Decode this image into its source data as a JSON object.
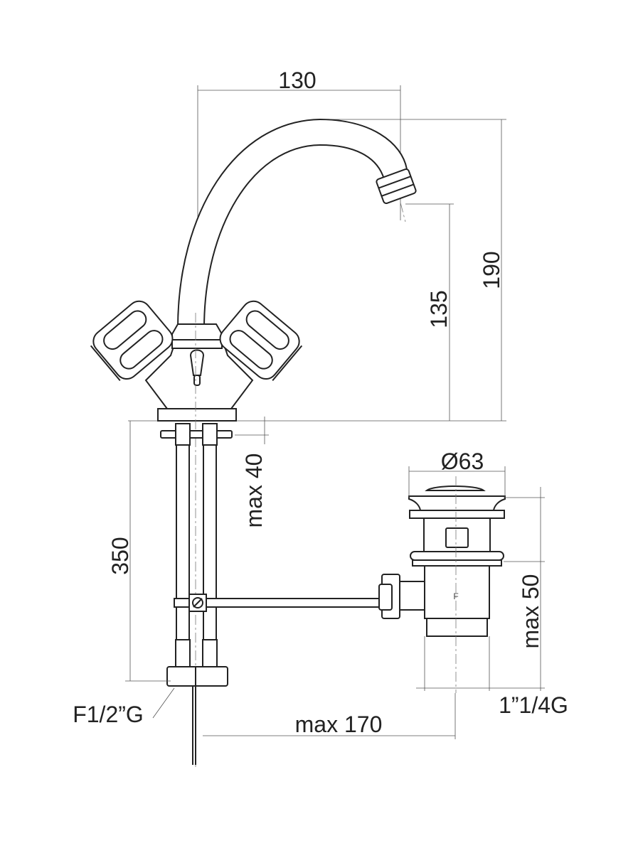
{
  "drawing": {
    "dimensions": {
      "spout_reach": "130",
      "total_height": "190",
      "spout_height": "135",
      "max_deck_thickness_faucet": "max 40",
      "hose_length": "350",
      "drain_diameter": "Ø63",
      "max_deck_thickness_drain": "max 50",
      "drain_thread": "1”1/4G",
      "hose_connection": "F1/2”G",
      "rod_reach": "max 170"
    },
    "drain_mark": "F"
  }
}
